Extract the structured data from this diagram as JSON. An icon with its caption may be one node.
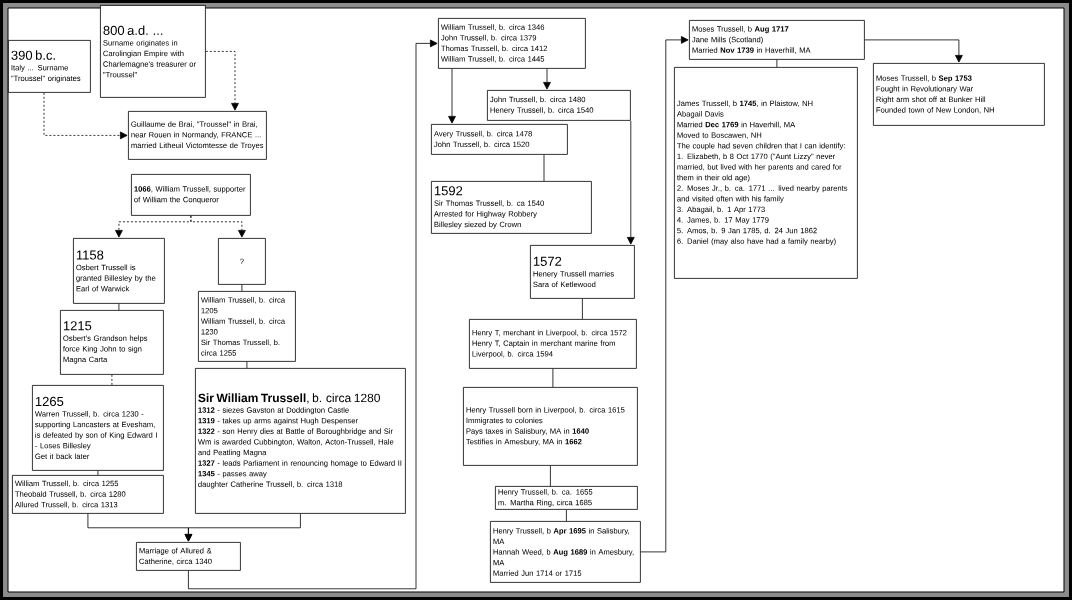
{
  "diagram": {
    "nodes": [
      {
        "text": [
          "390 b.c.",
          "Italy ... Surname \"Troussel\" originates"
        ]
      },
      {
        "text": [
          "800 a.d. ...",
          "Surname originates in Carolingian Empire with Charlemagne's treasurer or \"Troussel\""
        ]
      },
      {
        "text": [
          "Guillaume de Brai, \"Troussel\" in Brai, near Rouen in Normandy, FRANCE ... married Litheuil Victomtesse de Troyes"
        ]
      },
      {
        "text": [
          "**1066**, William Trussell, supporter of William the Conqueror"
        ]
      },
      {
        "text": [
          "1158",
          "Osbert Trussell is granted Billesley by the Earl of Warwick"
        ]
      },
      {
        "text": [
          "?"
        ]
      },
      {
        "text": [
          "1215",
          "Osbert's Grandson helps force King John to sign Magna Carta"
        ]
      },
      {
        "text": [
          "William Trussell, b. circa 1205",
          "William Trussell, b. circa 1230",
          "Sir Thomas Trussell, b. circa 1255"
        ]
      },
      {
        "text": [
          "1265",
          "Warren Trussell, b. circa 1230 - supporting Lancasters at Evesham, is defeated by son of King Edward I - Loses Billesley",
          "Get it back later"
        ]
      },
      {
        "text": [
          "William Trussell, b. circa 1255",
          "Theobald Trussell, b. circa 1280",
          "Allured Trussell, b. circa 1313"
        ]
      },
      {
        "text": [
          "**Sir William Trussell**, b. circa 1280",
          "**1312** - siezes Gavston at Doddington Castle",
          "**1319** - takes up arms against Hugh Despenser",
          "**1322** - son Henry dies at Battle of Boroughbridge and Sir Wm is awarded Cubbington, Walton, Acton-Trussell, Hale and Peatling Magna",
          "**1327** - leads Parliament in renouncing homage to Edward II",
          "**1345** - passes away",
          "daughter Catherine Trussell, b. circa 1318"
        ]
      },
      {
        "text": [
          "Marriage of Allured & Catherine, circa 1340"
        ]
      },
      {
        "text": [
          "William Trussell, b. circa 1346",
          "John Trussell, b. circa 1379",
          "Thomas Trussell, b. circa 1412",
          "William Trussell, b. circa 1445"
        ]
      },
      {
        "text": [
          "John Trussell, b. circa 1480",
          "Henery Trussell, b. circa 1540"
        ]
      },
      {
        "text": [
          "Avery Trussell, b. circa 1478",
          "John Trussell, b. circa 1520"
        ]
      },
      {
        "text": [
          "1592",
          "Sir Thomas Trussell, b. ca 1540",
          "Arrested for Highway Robbery",
          "Billesley siezed by Crown"
        ]
      },
      {
        "text": [
          "1572",
          "Henery Trussell marries Sara of Ketlewood"
        ]
      },
      {
        "text": [
          "Henry T, merchant in Liverpool, b. circa 1572",
          "Henry T, Captain in merchant marine from Liverpool, b. circa 1594"
        ]
      },
      {
        "text": [
          "Henry Trussell born in Liverpool, b. circa 1615",
          "Immigrates to colonies",
          "Pays taxes in Salisbury, MA in **1640**",
          "Testifies in Amesbury, MA in **1662**"
        ]
      },
      {
        "text": [
          "Henry Trussell, b. ca. 1655",
          "m. Martha Ring, circa 1685"
        ]
      },
      {
        "text": [
          "Henry Trussell, b **Apr 1695** in Salisbury, MA",
          "Hannah Weed, b **Aug 1689** in Amesbury, MA",
          "Married Jun 1714 or 1715"
        ]
      },
      {
        "text": [
          "Moses Trussell, b **Aug 1717**",
          "Jane Mills (Scotland)",
          "Married **Nov 1739** in Haverhill, MA"
        ]
      },
      {
        "text": [
          "James Trussell, b **1745**, in Plaistow, NH",
          "Abagail Davis",
          "Married **Dec 1769** in Haverhill, MA",
          "Moved to Boscawen, NH",
          "The couple had seven children that I can identify:",
          "1. Elizabeth, b 8 Oct 1770 (\"Aunt Lizzy\" never married, but lived with her parents and cared for them in their old age)",
          "2. Moses Jr., b. ca. 1771 ... lived nearby parents and visited often with his family",
          "3. Abagail, b. 1 Apr 1773",
          "4. James, b. 17 May 1779",
          "5. Amos, b. 9 Jan 1785, d. 24 Jun 1862",
          "6. Daniel (may also have had a family nearby)"
        ]
      },
      {
        "text": [
          "Moses Trussell, b **Sep 1753**",
          "Fought in Revolutionary War",
          "Right arm shot off at Bunker Hill",
          "Founded town of New London, NH"
        ]
      }
    ],
    "edges": [
      {
        "from": 0,
        "to": 2,
        "arrow": "to",
        "style": "dashed"
      },
      {
        "from": 1,
        "to": 2,
        "arrow": "to",
        "style": "dashed"
      },
      {
        "from": 3,
        "to": 4,
        "arrow": "to",
        "style": "dashed"
      },
      {
        "from": 3,
        "to": 5,
        "arrow": "to",
        "style": "dashed"
      },
      {
        "from": 4,
        "to": 6,
        "arrow": "none"
      },
      {
        "from": 6,
        "to": 8,
        "arrow": "none",
        "style": "dashed"
      },
      {
        "from": 5,
        "to": 7,
        "arrow": "none"
      },
      {
        "from": 7,
        "to": 10,
        "arrow": "none"
      },
      {
        "from": 8,
        "to": 9,
        "arrow": "none"
      },
      {
        "from": 9,
        "to": 11,
        "arrow": "to"
      },
      {
        "from": 10,
        "to": 11,
        "arrow": "to"
      },
      {
        "from": 11,
        "to": 12,
        "arrow": "to"
      },
      {
        "from": 12,
        "to": 14,
        "arrow": "to"
      },
      {
        "from": 12,
        "to": 13,
        "arrow": "to"
      },
      {
        "from": 14,
        "to": 15,
        "arrow": "none"
      },
      {
        "from": 13,
        "to": 16,
        "arrow": "to"
      },
      {
        "from": 16,
        "to": 17,
        "arrow": "none"
      },
      {
        "from": 17,
        "to": 18,
        "arrow": "none"
      },
      {
        "from": 18,
        "to": 19,
        "arrow": "none"
      },
      {
        "from": 19,
        "to": 20,
        "arrow": "none"
      },
      {
        "from": 20,
        "to": 21,
        "arrow": "to"
      },
      {
        "from": 21,
        "to": 22,
        "arrow": "none"
      },
      {
        "from": 21,
        "to": 23,
        "arrow": "to"
      }
    ]
  }
}
